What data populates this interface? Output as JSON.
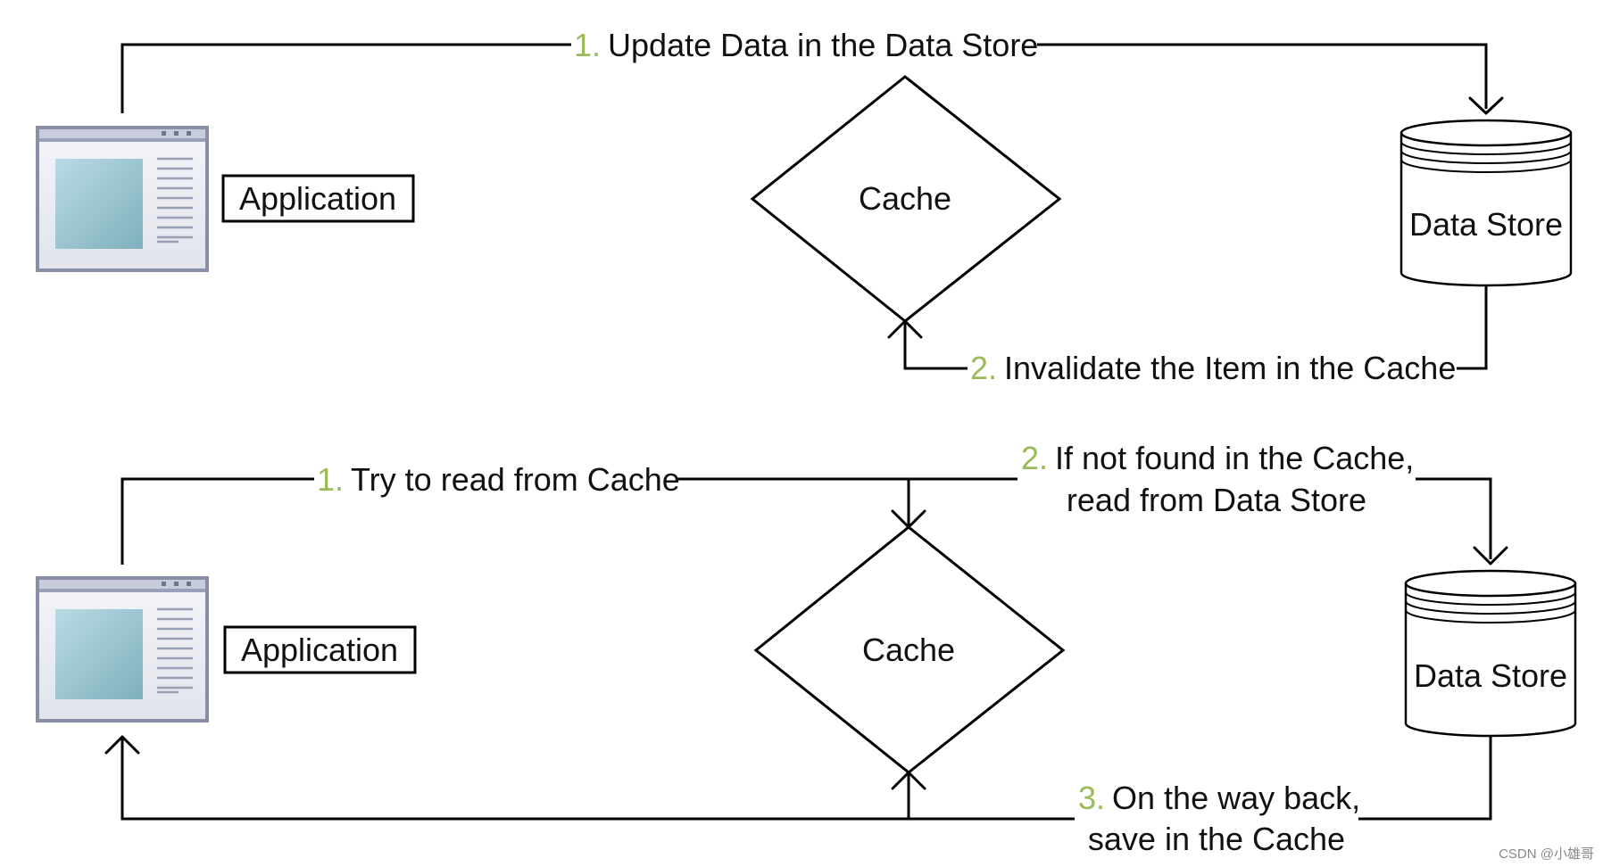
{
  "top": {
    "app_label": "Application",
    "cache_label": "Cache",
    "store_label": "Data Store",
    "step1": {
      "num": "1.",
      "text": "Update Data in the Data Store"
    },
    "step2": {
      "num": "2.",
      "text": "Invalidate the Item in the Cache"
    }
  },
  "bottom": {
    "app_label": "Application",
    "cache_label": "Cache",
    "store_label": "Data Store",
    "step1": {
      "num": "1.",
      "text": "Try to read from Cache"
    },
    "step2": {
      "num": "2.",
      "line1": "If not found in the Cache,",
      "line2": "read from Data Store"
    },
    "step3": {
      "num": "3.",
      "line1": "On the way back,",
      "line2": "save in the Cache"
    }
  },
  "watermark": "CSDN @小雄哥",
  "colors": {
    "step_number": "#9bbb59",
    "window_frame": "#8a8fa8",
    "window_pane": "#8fbcc8"
  }
}
